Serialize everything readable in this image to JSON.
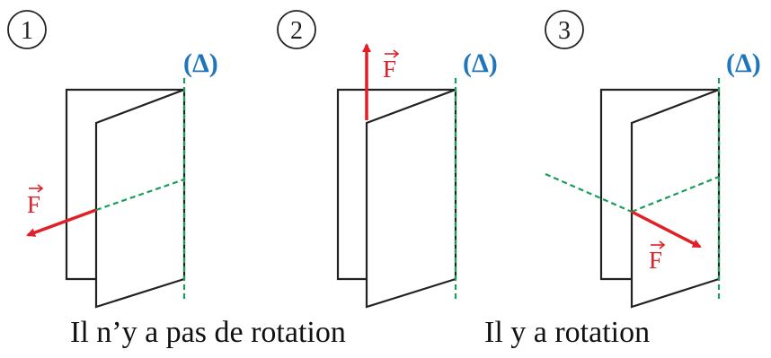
{
  "colors": {
    "axis": "#1a9c5b",
    "force": "#e01f26",
    "axis_label": "#1f75bb",
    "outline": "#222222"
  },
  "panels": [
    {
      "number": "1",
      "axis_label": "(Δ)",
      "force_label": "F"
    },
    {
      "number": "2",
      "axis_label": "(Δ)",
      "force_label": "F"
    },
    {
      "number": "3",
      "axis_label": "(Δ)",
      "force_label": "F"
    }
  ],
  "captions": {
    "no_rotation": "Il n’y a pas de rotation",
    "rotation": "Il y a rotation"
  }
}
